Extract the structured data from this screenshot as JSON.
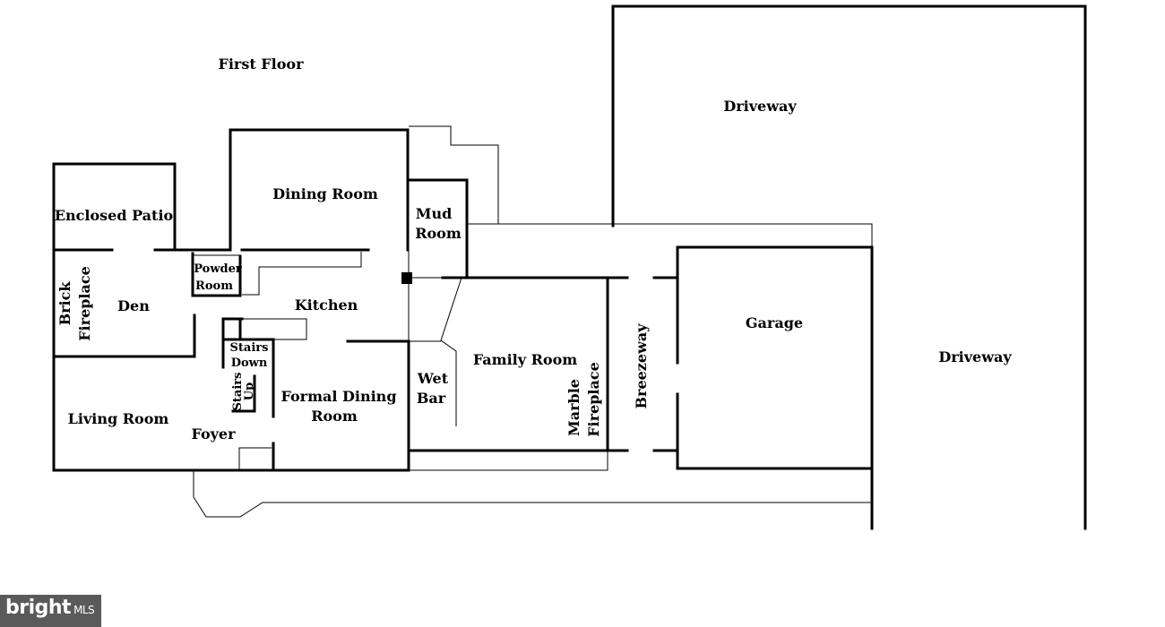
{
  "title": "First Floor",
  "rooms": {
    "enclosed_patio": "Enclosed Patio",
    "dining_room": "Dining Room",
    "mud_room_1": "Mud",
    "mud_room_2": "Room",
    "driveway_top": "Driveway",
    "driveway_right": "Driveway",
    "powder_room_1": "Powder",
    "powder_room_2": "Room",
    "den": "Den",
    "brick_fireplace_1": "Brick",
    "brick_fireplace_2": "Fireplace",
    "kitchen": "Kitchen",
    "stairs_down_1": "Stairs",
    "stairs_down_2": "Down",
    "stairs_up_1": "Stairs",
    "stairs_up_2": "Up",
    "formal_dining_1": "Formal Dining",
    "formal_dining_2": "Room",
    "living_room": "Living Room",
    "foyer": "Foyer",
    "wet_bar_1": "Wet",
    "wet_bar_2": "Bar",
    "family_room": "Family Room",
    "marble_fireplace_1": "Marble",
    "marble_fireplace_2": "Fireplace",
    "breezeway": "Breezeway",
    "garage": "Garage"
  },
  "watermark": {
    "brand": "bright",
    "suffix": "MLS"
  }
}
